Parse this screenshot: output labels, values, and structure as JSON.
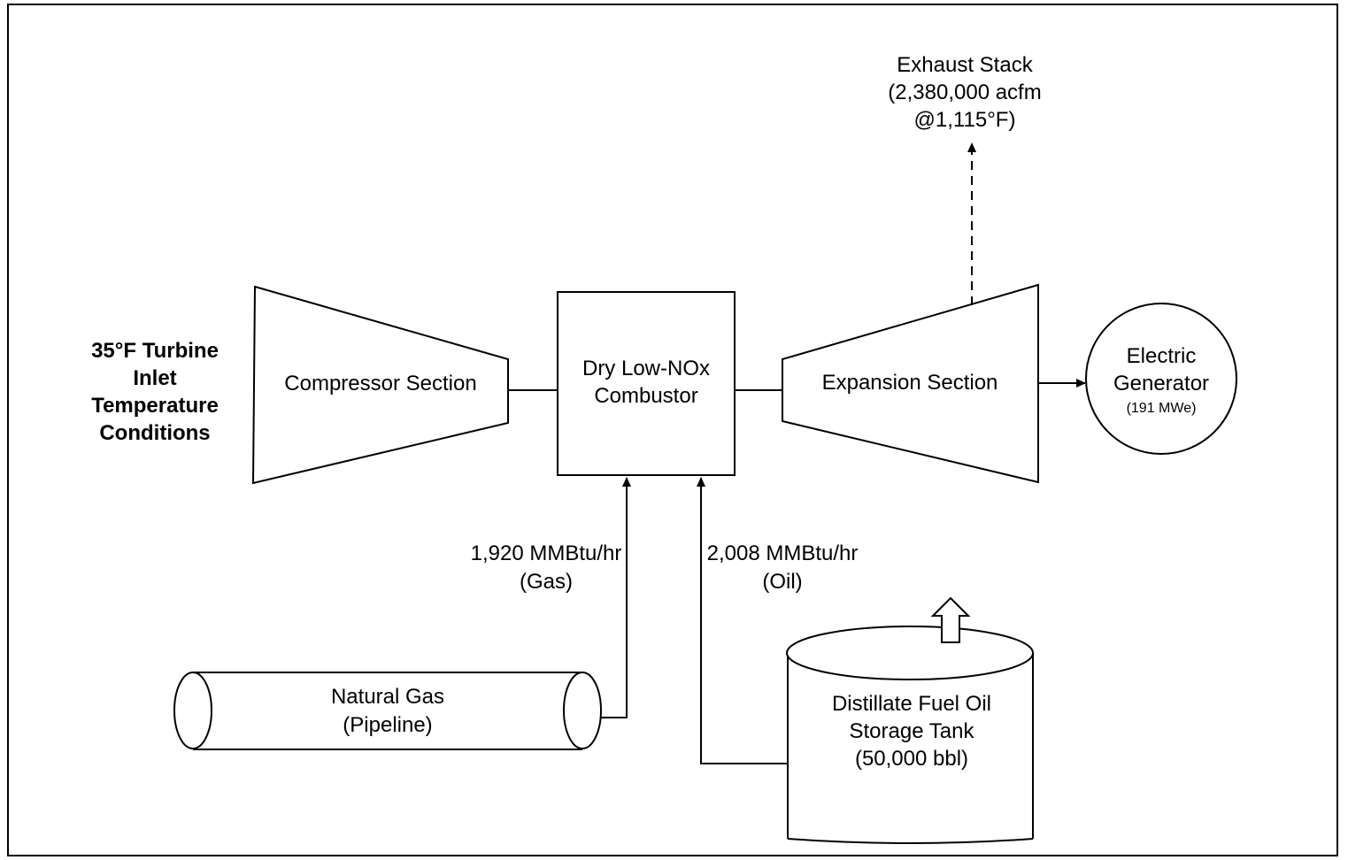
{
  "inlet_conditions": {
    "line1": "35°F Turbine",
    "line2": "Inlet",
    "line3": "Temperature",
    "line4": "Conditions"
  },
  "compressor": {
    "label": "Compressor Section"
  },
  "combustor": {
    "line1": "Dry Low-NOx",
    "line2": "Combustor"
  },
  "expansion": {
    "label": "Expansion Section"
  },
  "generator": {
    "line1": "Electric",
    "line2": "Generator",
    "line3": "(191 MWe)"
  },
  "exhaust": {
    "line1": "Exhaust Stack",
    "line2": "(2,380,000 acfm",
    "line3": "@1,115°F)"
  },
  "gas_feed": {
    "line1": "1,920 MMBtu/hr",
    "line2": "(Gas)"
  },
  "oil_feed": {
    "line1": "2,008 MMBtu/hr",
    "line2": "(Oil)"
  },
  "pipeline": {
    "line1": "Natural Gas",
    "line2": "(Pipeline)"
  },
  "tank": {
    "line1": "Distillate Fuel Oil",
    "line2": "Storage Tank",
    "line3": "(50,000 bbl)"
  }
}
